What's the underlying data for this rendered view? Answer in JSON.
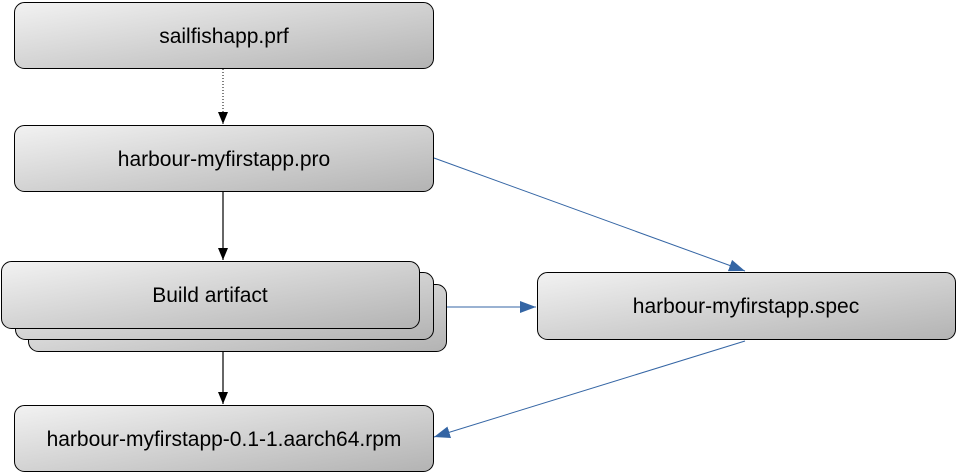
{
  "nodes": {
    "prf": "sailfishapp.prf",
    "pro": "harbour-myfirstapp.pro",
    "build": "Build artifact",
    "spec": "harbour-myfirstapp.spec",
    "rpm": "harbour-myfirstapp-0.1-1.aarch64.rpm"
  },
  "colors": {
    "black_edge": "#000000",
    "blue_edge": "#3465a4"
  }
}
